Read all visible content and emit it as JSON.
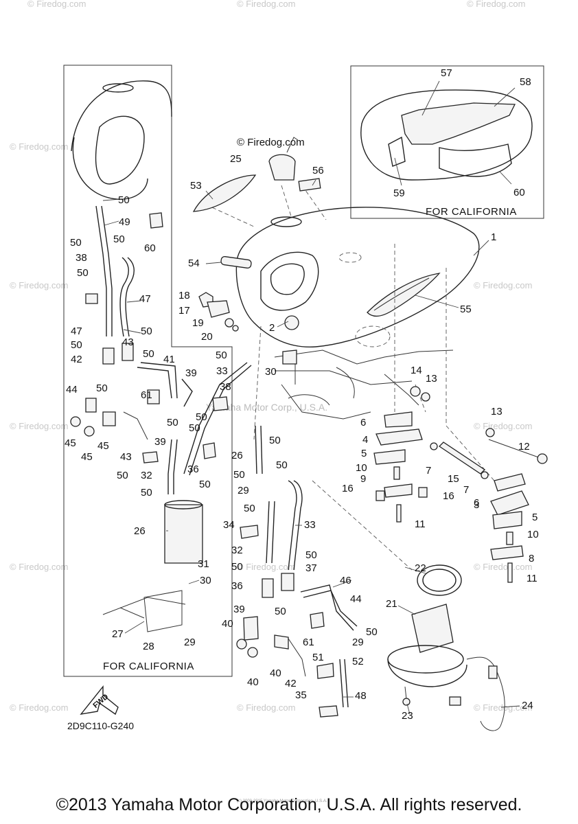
{
  "watermarks": [
    "© Firedog.com",
    "© Firedog.com",
    "© Firedog.com",
    "© Firedog.com",
    "© Firedog.com",
    "© Firedog.com",
    "© Firedog.com",
    "© Firedog.com",
    "© Firedog.com",
    "© Firedog.com",
    "© Firedog.com",
    "© Firedog.com",
    "© Firedog.com",
    "© Firedog.com"
  ],
  "center_watermark": "© Firedog.com",
  "mid_watermark": "Yamaha Motor Corp., U.S.A.",
  "california_box_caption": "FOR CALIFORNIA",
  "top_box_caption": "FOR CALIFORNIA",
  "fwd_label": "FWD",
  "diagram_code": "2D9C110-G240",
  "tiny_credit": "(c) 2000-2015 Yamaha Motor Corporation, U.S.A.",
  "copyright": "©2013 Yamaha Motor Corporation, U.S.A. All rights reserved.",
  "callouts": [
    "1",
    "2",
    "3",
    "4",
    "5",
    "5",
    "6",
    "6",
    "7",
    "7",
    "8",
    "9",
    "10",
    "10",
    "11",
    "11",
    "12",
    "13",
    "13",
    "14",
    "15",
    "16",
    "16",
    "17",
    "18",
    "19",
    "20",
    "21",
    "22",
    "23",
    "24",
    "25",
    "26",
    "26",
    "27",
    "28",
    "29",
    "29",
    "29",
    "30",
    "30",
    "31",
    "32",
    "32",
    "33",
    "33",
    "34",
    "35",
    "36",
    "36",
    "37",
    "38",
    "38",
    "39",
    "39",
    "39",
    "40",
    "40",
    "40",
    "41",
    "42",
    "42",
    "43",
    "43",
    "44",
    "44",
    "45",
    "45",
    "45",
    "46",
    "47",
    "47",
    "48",
    "49",
    "50",
    "50",
    "50",
    "50",
    "50",
    "50",
    "50",
    "50",
    "50",
    "50",
    "50",
    "50",
    "50",
    "50",
    "50",
    "50",
    "50",
    "50",
    "50",
    "50",
    "50",
    "50",
    "50",
    "51",
    "52",
    "53",
    "54",
    "55",
    "56",
    "57",
    "58",
    "59",
    "60",
    "60",
    "61",
    "61"
  ]
}
